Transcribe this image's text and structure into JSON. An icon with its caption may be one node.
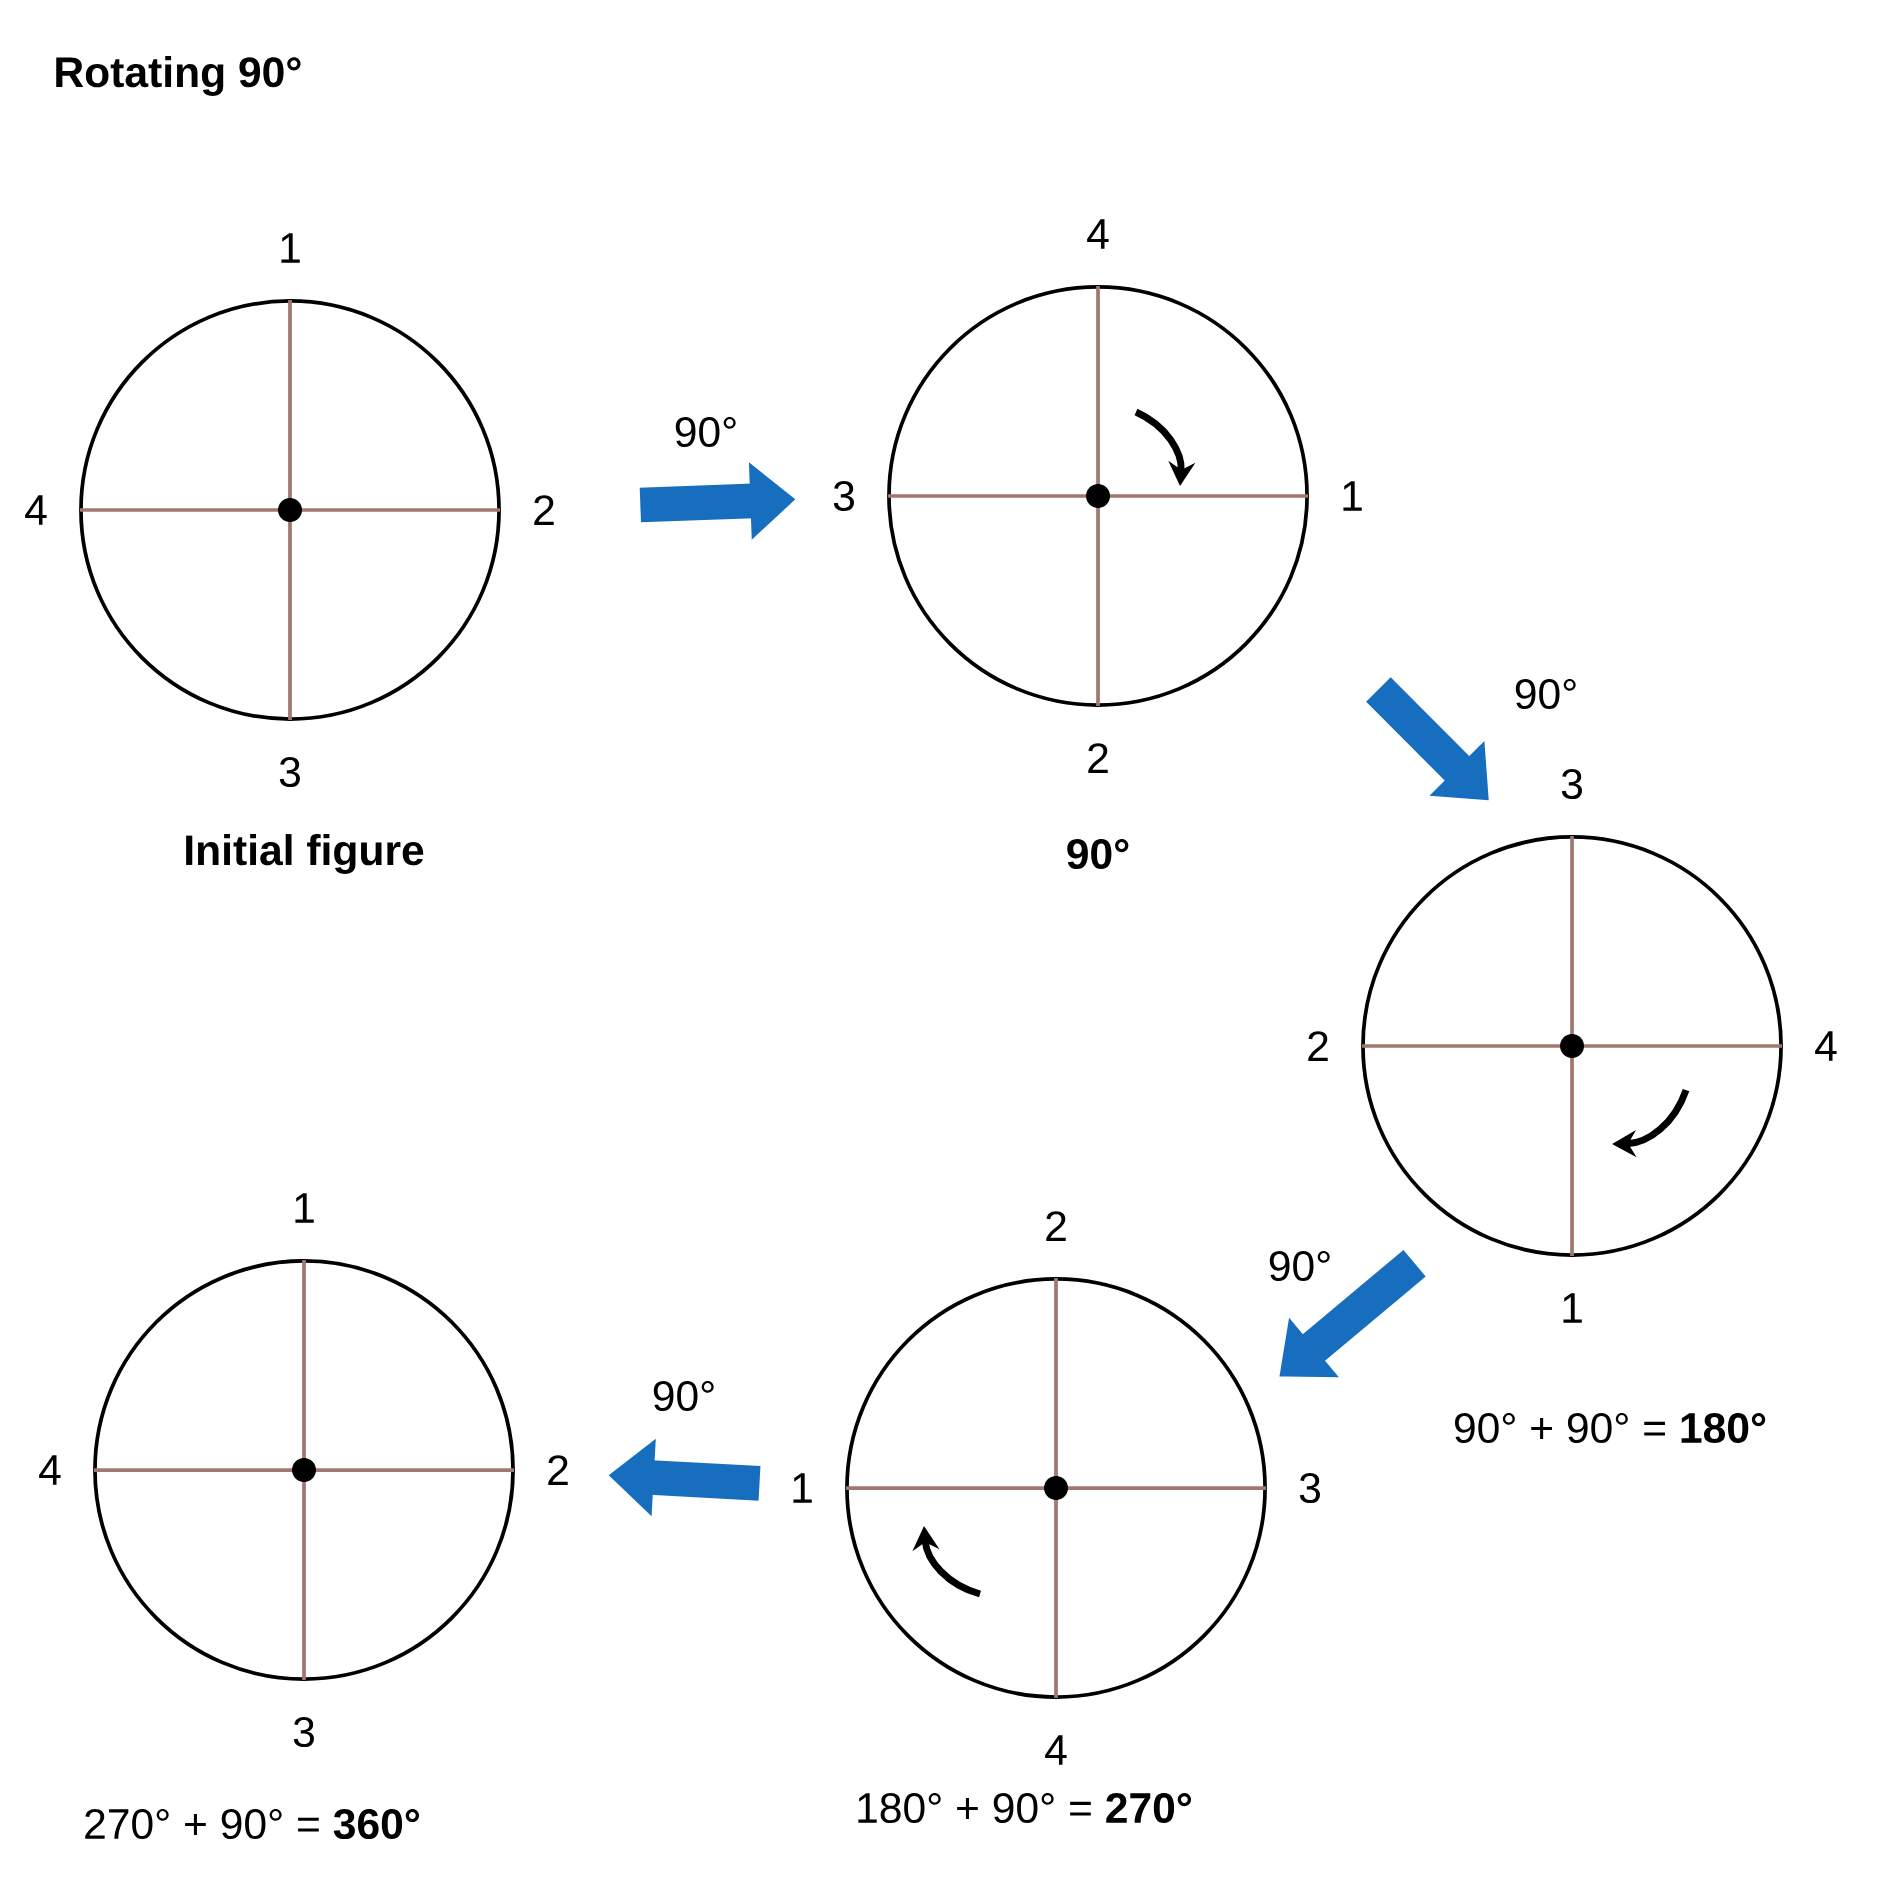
{
  "diagram": {
    "title": "Rotating 90°",
    "nodes": [
      {
        "text": [],
        "shape": "circle",
        "beside": [
          "1",
          "2",
          "3",
          "4",
          "**Initial figure**"
        ]
      },
      {
        "text": [],
        "shape": "circle",
        "beside": [
          "4",
          "1",
          "2",
          "3",
          "**90°**"
        ]
      },
      {
        "text": [],
        "shape": "circle",
        "beside": [
          "3",
          "4",
          "1",
          "2",
          "90° + 90° = **180°**"
        ]
      },
      {
        "text": [],
        "shape": "circle",
        "beside": [
          "2",
          "3",
          "4",
          "1",
          "180° + 90° = **270°**"
        ]
      },
      {
        "text": [],
        "shape": "circle",
        "beside": [
          "1",
          "2",
          "3",
          "4",
          "270° + 90° = **360°**"
        ]
      }
    ],
    "edges": [
      {
        "from": 0,
        "to": 1,
        "arrow": "to",
        "label": "90°"
      },
      {
        "from": 1,
        "to": 2,
        "arrow": "to",
        "label": "90°"
      },
      {
        "from": 2,
        "to": 3,
        "arrow": "to",
        "label": "90°"
      },
      {
        "from": 3,
        "to": 4,
        "arrow": "to",
        "label": "90°"
      }
    ]
  }
}
